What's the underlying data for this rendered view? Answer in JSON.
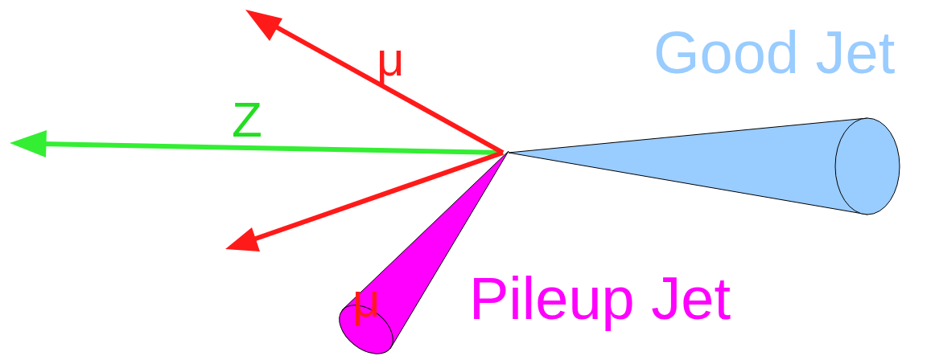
{
  "diagram": {
    "labels": [
      "μ",
      "Z",
      "Good Jet",
      "μ",
      "Pileup Jet"
    ]
  }
}
